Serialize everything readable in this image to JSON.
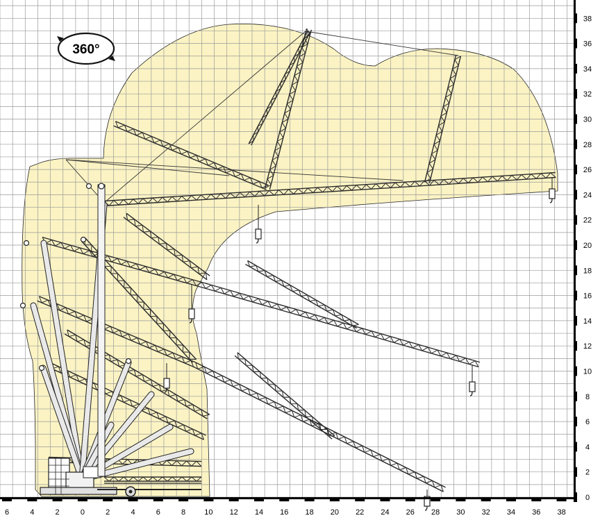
{
  "rotation_badge": {
    "text": "360°"
  },
  "x_axis": {
    "ticks": [
      "6",
      "4",
      "2",
      "0",
      "2",
      "4",
      "6",
      "8",
      "10",
      "12",
      "14",
      "16",
      "18",
      "20",
      "22",
      "24",
      "26",
      "28",
      "30",
      "32",
      "34",
      "36",
      "38"
    ]
  },
  "y_axis": {
    "ticks": [
      "0",
      "2",
      "4",
      "6",
      "8",
      "10",
      "12",
      "14",
      "16",
      "18",
      "20",
      "22",
      "24",
      "26",
      "28",
      "30",
      "32",
      "34",
      "36",
      "38"
    ]
  },
  "colors": {
    "envelope_fill": "#fbf3c3",
    "grid_line": "#9a9a9a",
    "crane_steel": "#2b2b2b",
    "boom_light": "#e9e9e9"
  },
  "icons": {
    "rotation": "rotation-360-icon"
  }
}
